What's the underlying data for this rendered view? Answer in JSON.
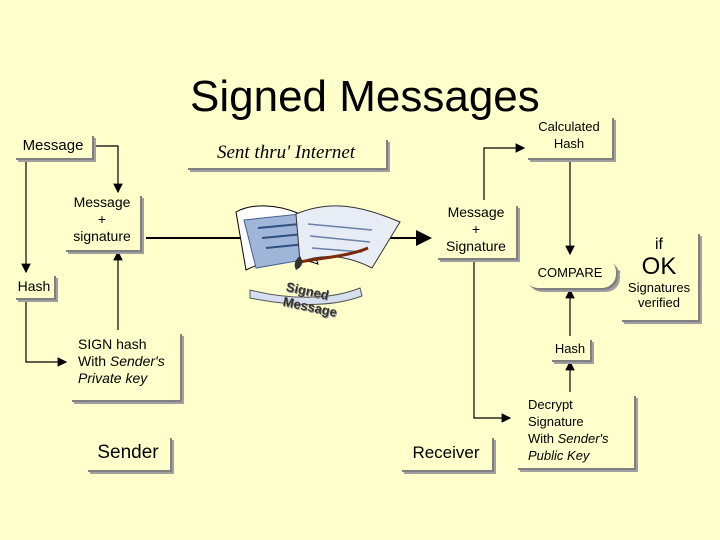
{
  "title": "Signed Messages",
  "sender_side": {
    "message": "Message",
    "message_plus_signature": [
      "Message",
      "+",
      "signature"
    ],
    "hash": "Hash",
    "sign_hash": {
      "line1": "SIGN hash",
      "line2_plain": "With ",
      "line2_italic": "Sender's",
      "line3": "Private key"
    },
    "sender": "Sender"
  },
  "internet": {
    "label": "Sent thru' Internet",
    "illustration_text": [
      "Signed",
      "Message"
    ]
  },
  "receiver_side": {
    "message_plus_signature": [
      "Message",
      "+",
      "Signature"
    ],
    "calculated_hash": [
      "Calculated",
      "Hash"
    ],
    "compare": "COMPARE",
    "hash": "Hash",
    "decrypt": {
      "line1": "Decrypt",
      "line2": "Signature",
      "line3_plain": "With ",
      "line3_italic": "Sender's",
      "line4": "Public Key"
    },
    "receiver": "Receiver"
  },
  "result": {
    "if": "if",
    "ok": "OK",
    "line1": "Signatures",
    "line2": "verified"
  }
}
